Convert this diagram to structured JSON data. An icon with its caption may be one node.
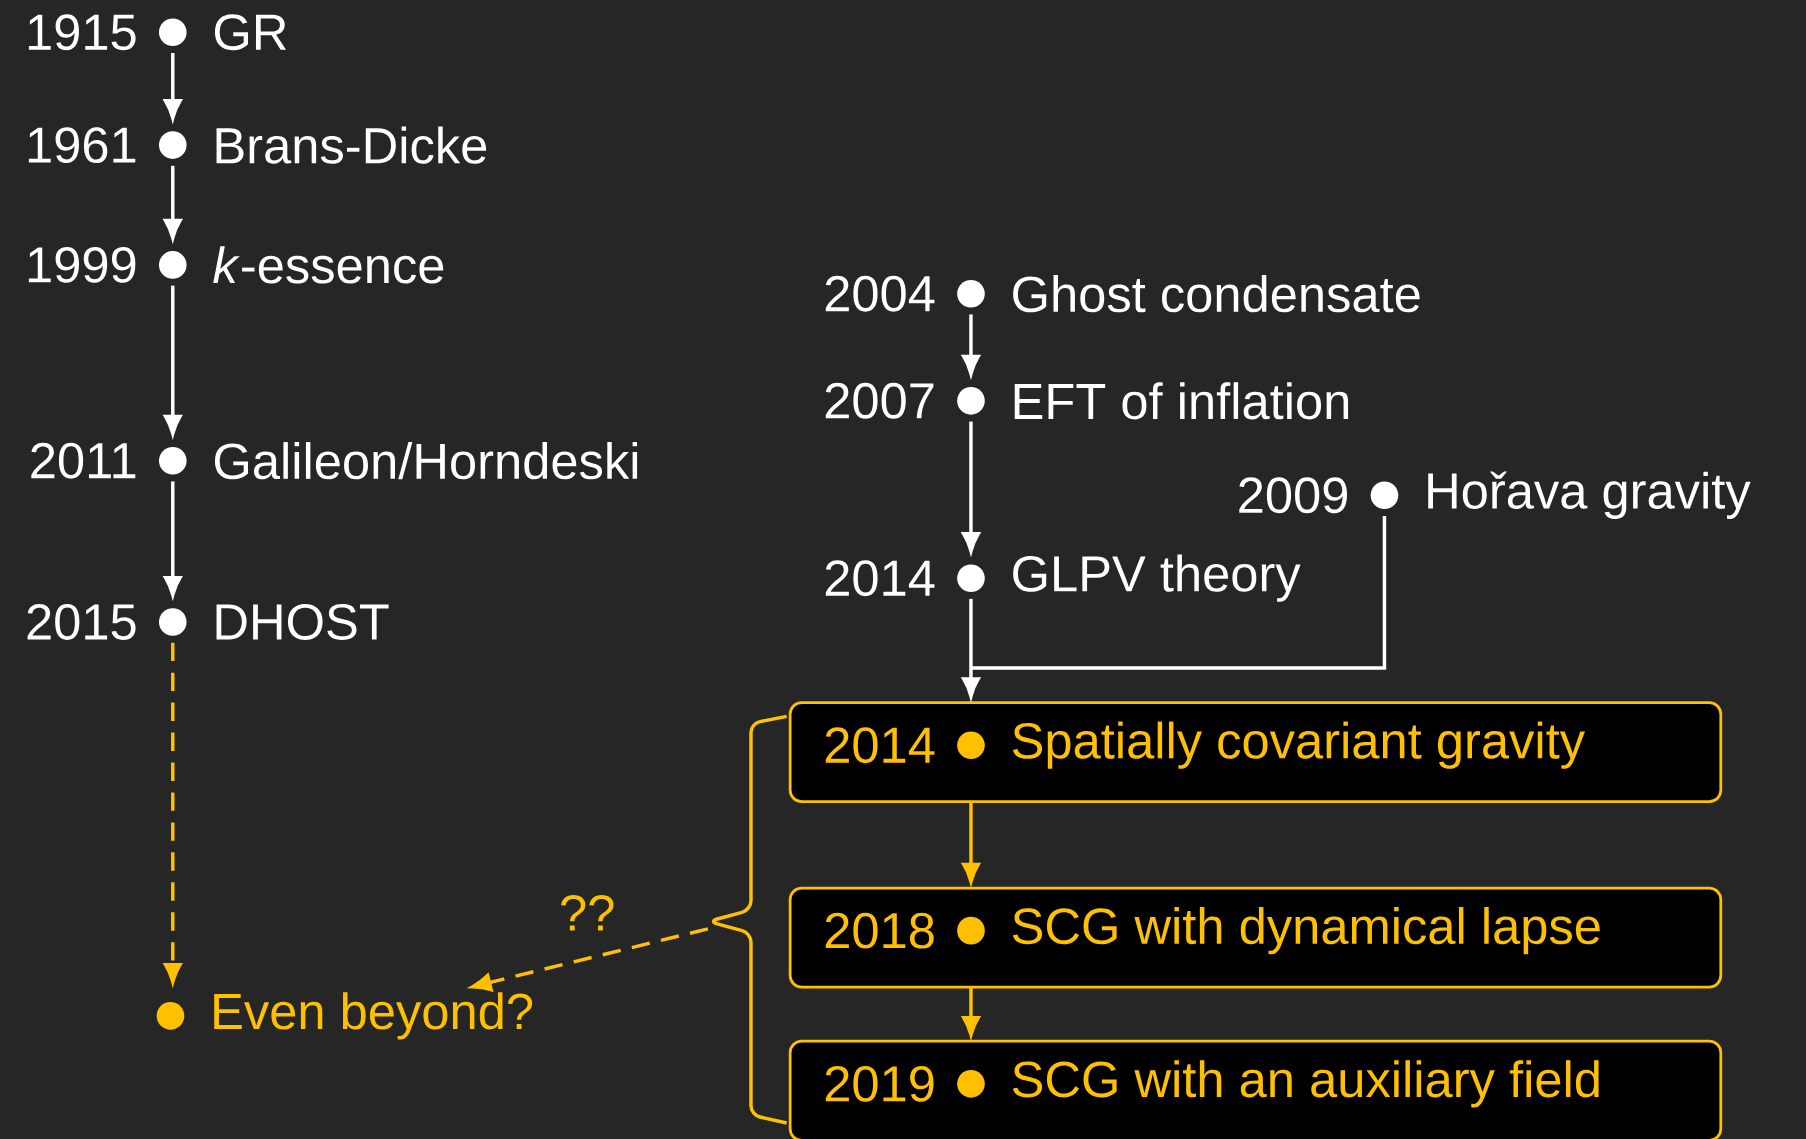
{
  "diagram": {
    "nodes": [
      {
        "text": [
          "1915",
          "GR"
        ]
      },
      {
        "text": [
          "1961",
          "Brans-Dicke"
        ]
      },
      {
        "text": [
          "1999",
          "*k*-essence"
        ]
      },
      {
        "text": [
          "2011",
          "Galileon/Horndeski"
        ]
      },
      {
        "text": [
          "2015",
          "DHOST"
        ]
      },
      {
        "text": [
          "Even beyond?"
        ]
      },
      {
        "text": [
          "2004",
          "Ghost condensate"
        ]
      },
      {
        "text": [
          "2007",
          "EFT of inflation"
        ]
      },
      {
        "text": [
          "2009",
          "Hořava gravity"
        ]
      },
      {
        "text": [
          "2014",
          "GLPV theory"
        ]
      },
      {
        "text": [
          "2014",
          "Spatially covariant gravity"
        ]
      },
      {
        "text": [
          "2018",
          "SCG with dynamical lapse"
        ]
      },
      {
        "text": [
          "2019",
          "SCG with an auxiliary field"
        ]
      },
      {
        "text": [],
        "shape": "bracket"
      }
    ],
    "edges": [
      {
        "from": 0,
        "to": 1,
        "arrow": "to"
      },
      {
        "from": 1,
        "to": 2,
        "arrow": "to"
      },
      {
        "from": 2,
        "to": 3,
        "arrow": "to"
      },
      {
        "from": 3,
        "to": 4,
        "arrow": "to"
      },
      {
        "from": 4,
        "to": 5,
        "arrow": "to",
        "style": "dashed",
        "color": "#ffc000"
      },
      {
        "from": 6,
        "to": 7,
        "arrow": "to"
      },
      {
        "from": 7,
        "to": 9,
        "arrow": "to"
      },
      {
        "from": 9,
        "to": 10,
        "arrow": "to"
      },
      {
        "from": 8,
        "to": 10,
        "arrow": "to"
      },
      {
        "from": 10,
        "to": 11,
        "arrow": "to",
        "color": "#ffc000"
      },
      {
        "from": 11,
        "to": 12,
        "arrow": "to",
        "color": "#ffc000"
      },
      {
        "from": 13,
        "to": 5,
        "arrow": "to",
        "label": "??",
        "style": "dashed",
        "color": "#ffc000"
      }
    ]
  }
}
